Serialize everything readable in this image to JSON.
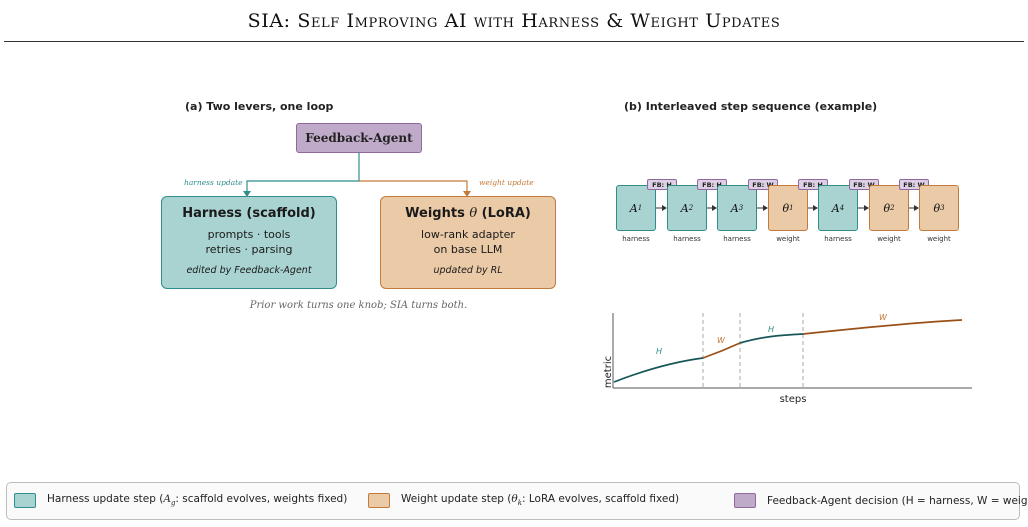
{
  "title": "SIA: Self Improving AI with Harness & Weight Updates",
  "panel_a": {
    "heading": "(a) Two levers, one loop",
    "feedback_agent": "Feedback-Agent",
    "harness_update_label": "harness update",
    "weight_update_label": "weight update",
    "harness_box": {
      "title": "Harness (scaffold)",
      "line1": "prompts · tools",
      "line2": "retries · parsing",
      "note": "edited by Feedback-Agent"
    },
    "weight_box": {
      "title_prefix": "Weights ",
      "title_symbol": "θ",
      "title_suffix": " (LoRA)",
      "line1": "low-rank adapter",
      "line2": "on base LLM",
      "note": "updated by RL"
    },
    "caption": "Prior work turns one knob; SIA turns both."
  },
  "panel_b": {
    "heading": "(b) Interleaved step sequence (example)",
    "steps": [
      {
        "symbol": "A",
        "sub": "1",
        "type": "harness",
        "label": "harness"
      },
      {
        "symbol": "A",
        "sub": "2",
        "type": "harness",
        "label": "harness"
      },
      {
        "symbol": "A",
        "sub": "3",
        "type": "harness",
        "label": "harness"
      },
      {
        "symbol": "θ",
        "sub": "1",
        "type": "weight",
        "label": "weight"
      },
      {
        "symbol": "A",
        "sub": "4",
        "type": "harness",
        "label": "harness"
      },
      {
        "symbol": "θ",
        "sub": "2",
        "type": "weight",
        "label": "weight"
      },
      {
        "symbol": "θ",
        "sub": "3",
        "type": "weight",
        "label": "weight"
      }
    ],
    "fb_tags": [
      "FB: H",
      "FB: H",
      "FB: W",
      "FB: H",
      "FB: W",
      "FB: W"
    ],
    "chart": {
      "xlabel": "steps",
      "ylabel": "metric",
      "segments": [
        {
          "label": "H",
          "type": "harness"
        },
        {
          "label": "W",
          "type": "weight"
        },
        {
          "label": "H",
          "type": "harness"
        },
        {
          "label": "W",
          "type": "weight"
        }
      ]
    }
  },
  "legend": {
    "harness": {
      "text_before": "Harness update step (",
      "symbol": "A",
      "sub": "g",
      "text_after": ": scaffold evolves, weights fixed)"
    },
    "weight": {
      "text_before": "Weight update step (",
      "symbol": "θ",
      "sub": "k",
      "text_after": ": LoRA evolves, scaffold fixed)"
    },
    "feedback": {
      "text": "Feedback-Agent decision (H = harness, W = weight)"
    }
  },
  "colors": {
    "harness_fill": "#a8d3d1",
    "harness_stroke": "#2f8e8c",
    "harness_line": "#17575a",
    "weight_fill": "#ebcaa8",
    "weight_stroke": "#c47a3a",
    "weight_line": "#9a4f17",
    "agent_fill": "#c0aac9",
    "agent_stroke": "#8e6aa0"
  }
}
